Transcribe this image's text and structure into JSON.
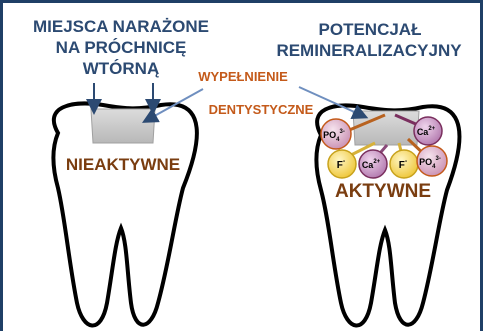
{
  "left": {
    "title_lines": [
      "MIEJSCA NARAŻONE",
      "NA PRÓCHNICĘ",
      "WTÓRNĄ"
    ],
    "status": "NIEAKTYWNE"
  },
  "right": {
    "title_lines": [
      "POTENCJAŁ",
      "REMINERALIZACYJNY"
    ],
    "status": "AKTYWNE"
  },
  "filling_label": {
    "line1": "WYPEŁNIENIE",
    "line2": "DENTYSTYCZNE"
  },
  "ions": {
    "phosphate_left": {
      "base": "PO",
      "sub": "4",
      "sup": "3-"
    },
    "calcium_right": {
      "base": "Ca",
      "sup": "2+"
    },
    "fluoride_left": {
      "base": "F",
      "sup": "-"
    },
    "calcium_center": {
      "base": "Ca",
      "sup": "2+"
    },
    "fluoride_right": {
      "base": "F",
      "sup": "-"
    },
    "phosphate_right": {
      "base": "PO",
      "sub": "4",
      "sup": "3-"
    }
  },
  "colors": {
    "title": "#2c4a72",
    "label_orange": "#c45a1a",
    "status_brown": "#7a3d10",
    "frame": "#1f3f66",
    "filling_gray": "#c8c8c8",
    "phosphate_fill": "#d9a9c6",
    "calcium_fill": "#c690c2",
    "fluoride_fill": "#f6d24a"
  }
}
